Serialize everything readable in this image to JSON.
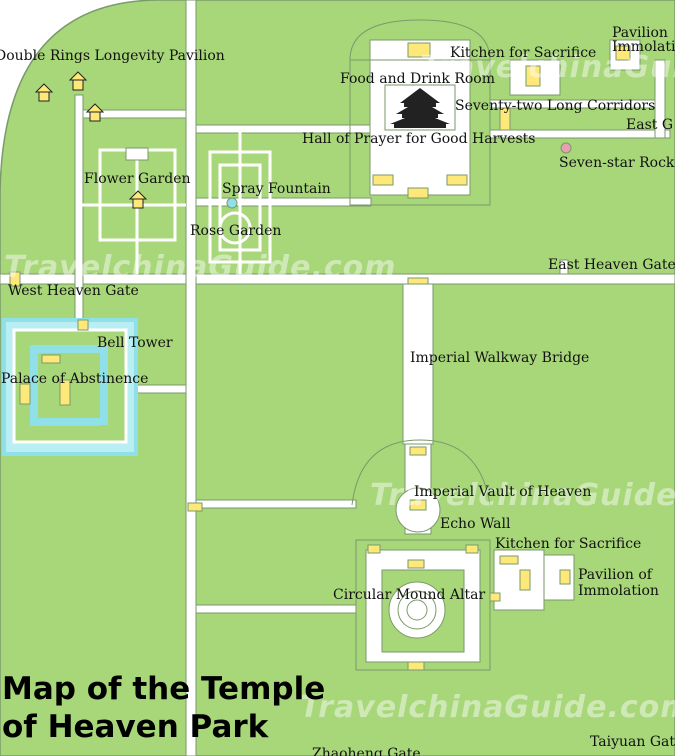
{
  "title": {
    "line1": "Map of the Temple",
    "line2": "of Heaven Park"
  },
  "watermark": "TravelchinaGuide.com",
  "colors": {
    "grass": "#a8d77a",
    "path": "#ffffff",
    "outline": "#7a9a6a",
    "building": "#ffe87a",
    "moat": "#8fe0e8"
  },
  "labels": {
    "double_rings": "Double Rings Longevity Pavilion",
    "pavilion_top": "Pavilion",
    "immolation_top": "Immolati",
    "kitchen_top": "Kitchen for Sacrifice",
    "food_drink": "Food and Drink Room",
    "seventy_two": "Seventy-two Long Corridors",
    "east_gate_top": "East G",
    "hall_prayer": "Hall of Prayer for Good Harvests",
    "seven_star": "Seven-star Rock",
    "flower_garden": "Flower Garden",
    "spray_fountain": "Spray Fountain",
    "rose_garden": "Rose Garden",
    "east_heaven_gate": "East Heaven Gate",
    "west_heaven_gate": "West Heaven Gate",
    "bell_tower": "Bell Tower",
    "palace_abstinence": "Palace of Abstinence",
    "walkway_bridge": "Imperial Walkway Bridge",
    "vault_heaven": "Imperial Vault of Heaven",
    "echo_wall": "Echo Wall",
    "kitchen_bottom": "Kitchen for Sacrifice",
    "pavilion_of": "Pavilion of",
    "immolation": "Immolation",
    "circular_mound": "Circular Mound Altar",
    "zhaoheng": "Zhaoheng Gate",
    "taiyuan": "Taiyuan Gat"
  }
}
